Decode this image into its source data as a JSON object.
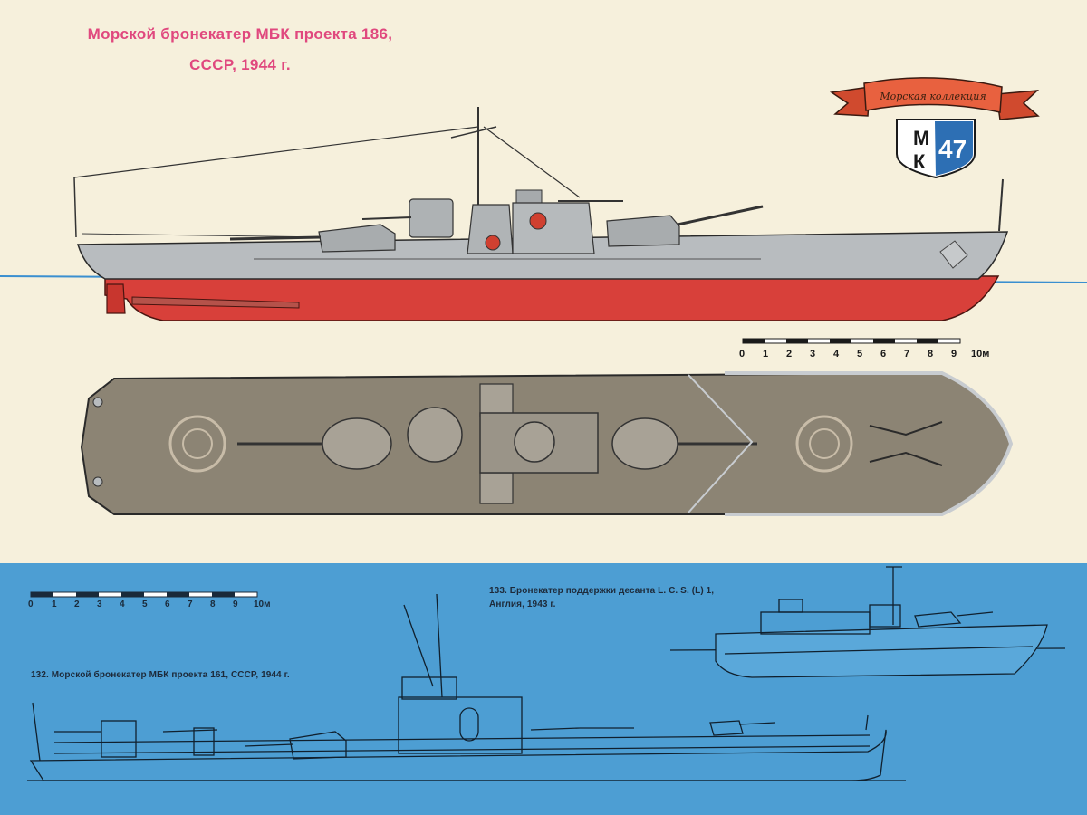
{
  "title": {
    "line1": "Морской бронекатер МБК проекта 186,",
    "line2": "СССР, 1944 г."
  },
  "logo": {
    "ribbon_text": "Морская коллекция",
    "letters": [
      "М",
      "К"
    ],
    "number": "47"
  },
  "scale_top": {
    "labels": [
      "0",
      "1",
      "2",
      "3",
      "4",
      "5",
      "6",
      "7",
      "8",
      "9",
      "10м"
    ]
  },
  "scale_bottom": {
    "labels": [
      "0",
      "1",
      "2",
      "3",
      "4",
      "5",
      "6",
      "7",
      "8",
      "9",
      "10м"
    ]
  },
  "captions": {
    "c132": "132. Морской бронекатер МБК проекта 161, СССР, 1944 г.",
    "c133_line1": "133. Бронекатер поддержки десанта L. C. S. (L) 1,",
    "c133_line2": "Англия, 1943 г."
  },
  "colors": {
    "background": "#f6f0dc",
    "title": "#e0487e",
    "hull_upper": "#b8bcbf",
    "hull_lower": "#d8403a",
    "deck": "#8c8474",
    "panel_blue": "#4d9ed3",
    "ribbon": "#e85a3a",
    "shield": "#2d6fb4",
    "waterline": "#3a8fd0"
  }
}
